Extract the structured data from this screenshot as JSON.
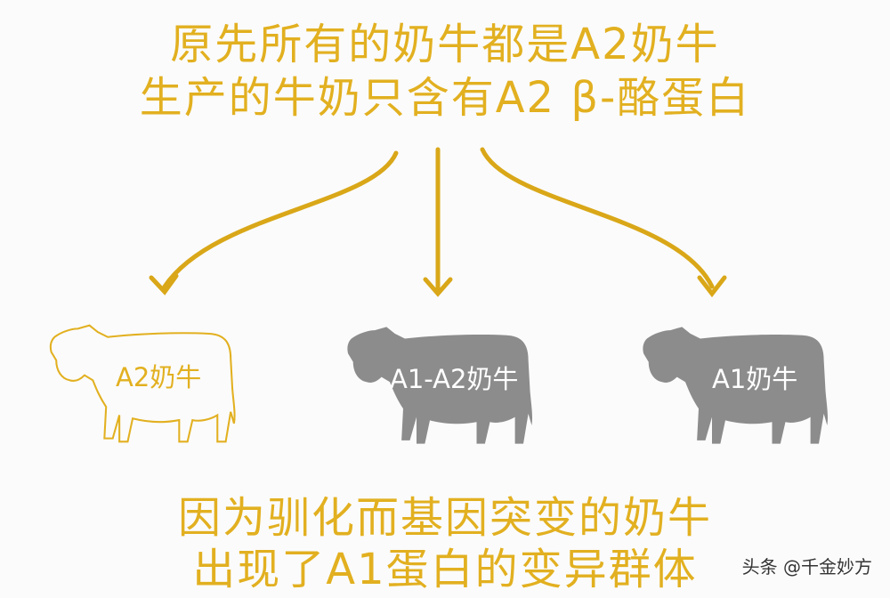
{
  "title": {
    "line1": "原先所有的奶牛都是A2奶牛",
    "line2": "生产的牛奶只含有A2 β-酪蛋白"
  },
  "cows": [
    {
      "label": "A2奶牛",
      "style": "outline",
      "color": "#e2b020"
    },
    {
      "label": "A1-A2奶牛",
      "style": "filled",
      "color": "#8c8c8c"
    },
    {
      "label": "A1奶牛",
      "style": "filled",
      "color": "#8c8c8c"
    }
  ],
  "bottom": {
    "line1": "因为驯化而基因突变的奶牛",
    "line2": "出现了A1蛋白的变异群体"
  },
  "watermark": "头条 @千金妙方",
  "colors": {
    "accent": "#e2b020",
    "arrow": "#d9a718",
    "cow_gray": "#8c8c8c",
    "background": "#fbfbfb"
  }
}
